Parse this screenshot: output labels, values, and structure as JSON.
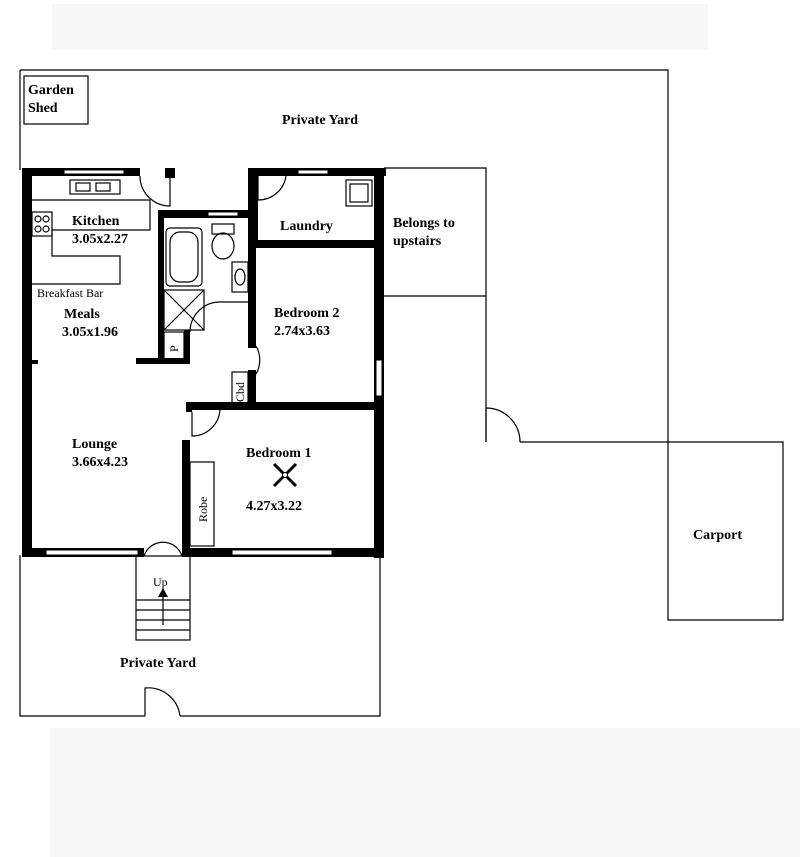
{
  "labels": {
    "garden_shed_line1": "Garden",
    "garden_shed_line2": "Shed",
    "private_yard_top": "Private Yard",
    "private_yard_bottom": "Private Yard",
    "kitchen_name": "Kitchen",
    "kitchen_size": "3.05x2.27",
    "laundry": "Laundry",
    "belongs_line1": "Belongs to",
    "belongs_line2": "upstairs",
    "breakfast_bar": "Breakfast Bar",
    "meals_name": "Meals",
    "meals_size": "3.05x1.96",
    "bedroom2_name": "Bedroom 2",
    "bedroom2_size": "2.74x3.63",
    "pantry": "P",
    "cupboard": "Cbd",
    "lounge_name": "Lounge",
    "lounge_size": "3.66x4.23",
    "bedroom1_name": "Bedroom 1",
    "bedroom1_size": "4.27x3.22",
    "robe": "Robe",
    "carport": "Carport",
    "stairs_up": "Up"
  }
}
